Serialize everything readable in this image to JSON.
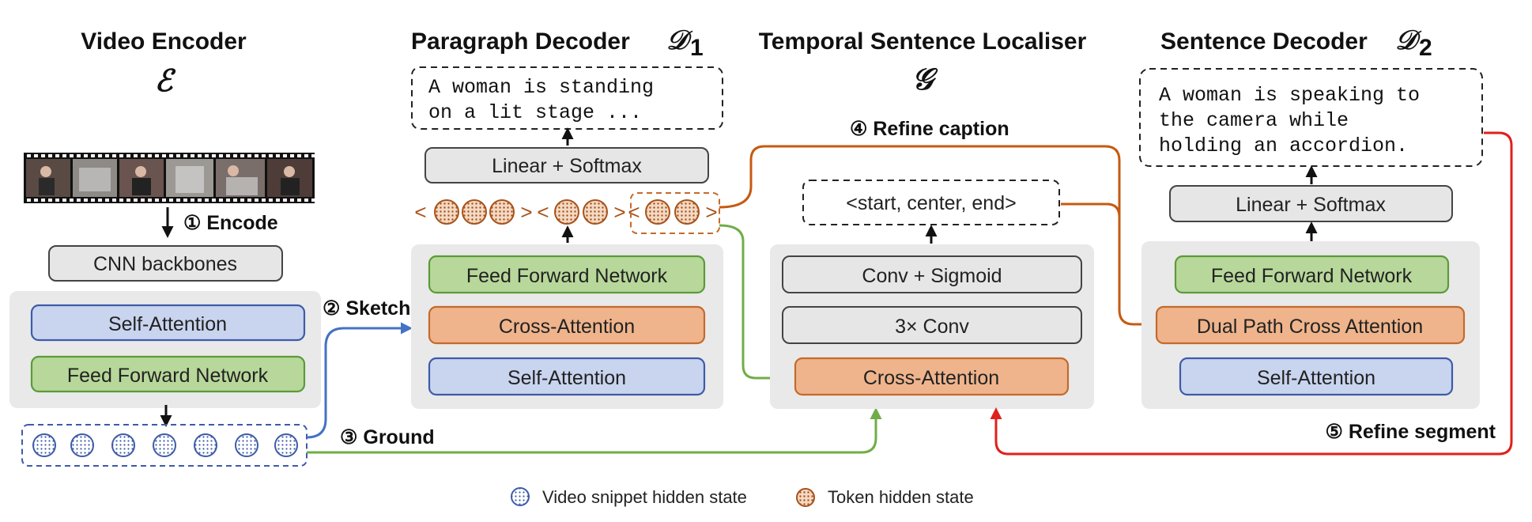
{
  "titles": {
    "video_encoder": "Video Encoder",
    "video_encoder_symbol": "ℰ",
    "paragraph_decoder": "Paragraph Decoder",
    "paragraph_decoder_symbol": "𝒟",
    "paragraph_decoder_sub": "1",
    "temporal_localiser": "Temporal Sentence Localiser",
    "temporal_localiser_symbol": "𝒢",
    "sentence_decoder": "Sentence Decoder",
    "sentence_decoder_symbol": "𝒟",
    "sentence_decoder_sub": "2"
  },
  "encoder": {
    "backbone": "CNN backbones",
    "self_attention": "Self-Attention",
    "ffn": "Feed Forward Network"
  },
  "paragraph_decoder": {
    "caption_line1": "A woman is standing",
    "caption_line2": "on a lit stage ...",
    "linear_softmax": "Linear + Softmax",
    "ffn": "Feed Forward Network",
    "cross_attention": "Cross-Attention",
    "self_attention": "Self-Attention",
    "lt": "<",
    "gt": ">"
  },
  "localiser": {
    "output": "<start, center, end>",
    "conv_sigmoid": "Conv + Sigmoid",
    "conv3": "3× Conv",
    "cross_attention": "Cross-Attention"
  },
  "sentence_decoder": {
    "caption_line1": "A woman is speaking to",
    "caption_line2": "the camera while",
    "caption_line3": "holding an accordion.",
    "linear_softmax": "Linear + Softmax",
    "ffn": "Feed Forward Network",
    "dual_path": "Dual Path Cross Attention",
    "self_attention": "Self-Attention"
  },
  "steps": {
    "encode_num": "①",
    "encode": "Encode",
    "sketch_num": "②",
    "sketch": "Sketch",
    "ground_num": "③",
    "ground": "Ground",
    "refine_caption_num": "④",
    "refine_caption": "Refine caption",
    "refine_segment_num": "⑤",
    "refine_segment": "Refine segment"
  },
  "legend": {
    "video_state": "Video snippet hidden state",
    "token_state": "Token hidden state"
  },
  "colors": {
    "blue_fill": "#c9d4ef",
    "blue_stroke": "#3d5ba9",
    "green_fill": "#b7d89a",
    "green_stroke": "#5c9a3a",
    "orange_fill": "#efb48c",
    "orange_stroke": "#c46a2c",
    "gray_fill": "#e6e6e6",
    "panel": "#e9e9e9",
    "arrow_blue": "#4472c4",
    "arrow_green": "#70ad47",
    "arrow_orange": "#c55a11",
    "arrow_red": "#e0201b"
  }
}
